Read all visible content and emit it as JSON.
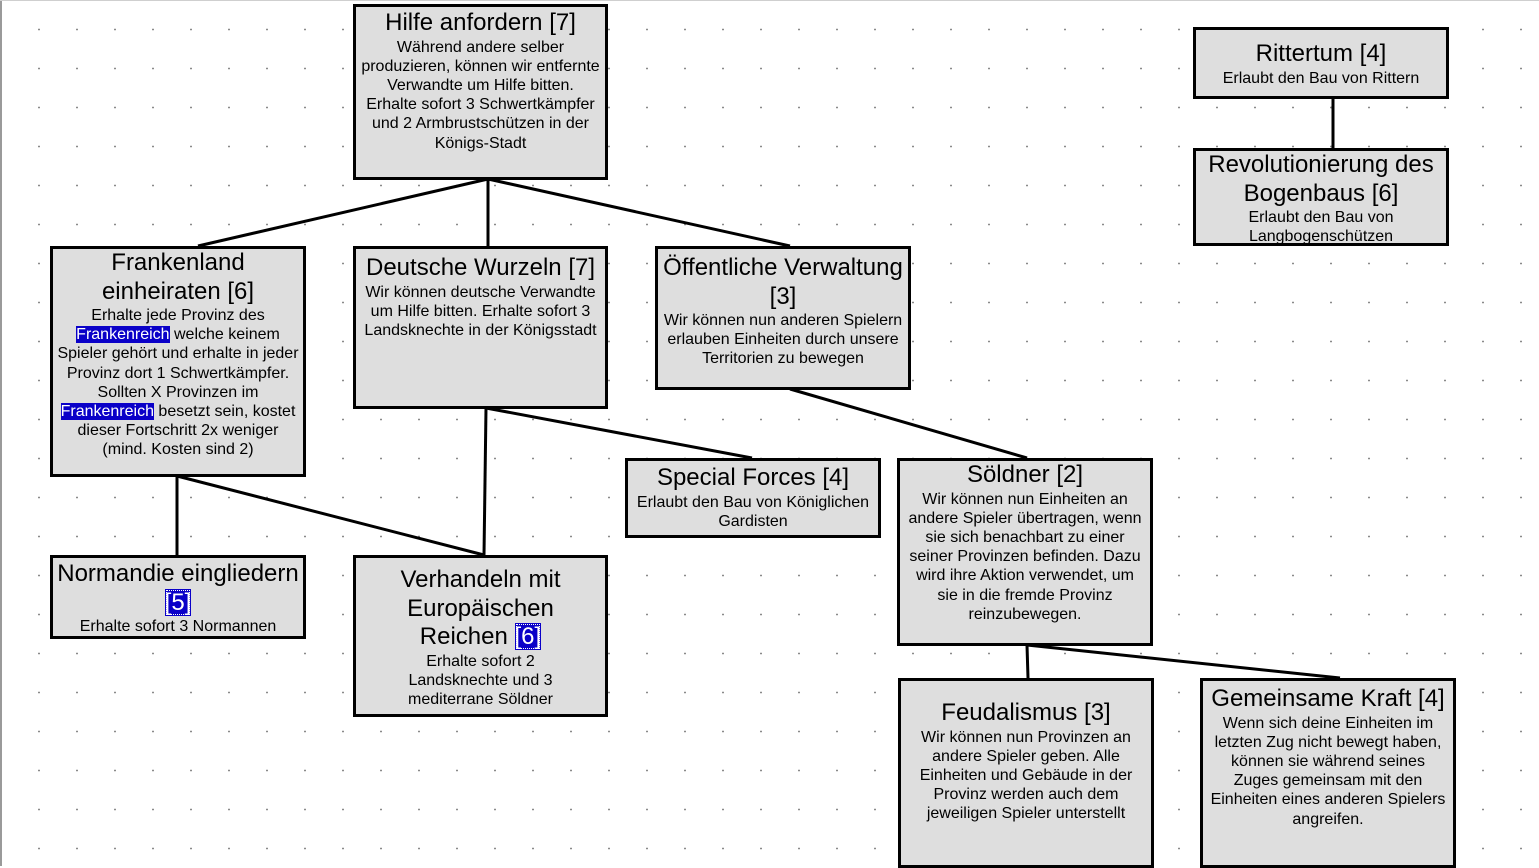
{
  "nodes": {
    "hilfe": {
      "title": "Hilfe anfordern [7]",
      "desc": "Während andere selber produzieren, können wir entfernte Verwandte um Hilfe bitten. Erhalte sofort 3 Schwertkämpfer und 2 Armbrustschützen in der Königs-Stadt"
    },
    "rittertum": {
      "title": "Rittertum [4]",
      "desc": "Erlaubt den Bau von Rittern"
    },
    "bogenbau": {
      "title": "Revolutionierung des Bogenbaus [6]",
      "desc": "Erlaubt den Bau von Langbogenschützen"
    },
    "frankenland": {
      "title": "Frankenland einheiraten [6]",
      "desc_1": "Erhalte jede Provinz des ",
      "desc_hl_1": "Frankenreich",
      "desc_2": " welche keinem Spieler gehört und erhalte in jeder Provinz dort 1 Schwertkämpfer. Sollten X Provinzen im ",
      "desc_hl_2": "Frankenreich",
      "desc_3": " besetzt sein, kostet dieser Fortschritt 2x weniger (mind. Kosten sind 2)"
    },
    "deutsche": {
      "title": "Deutsche Wurzeln [7]",
      "desc": "Wir können deutsche Verwandte um Hilfe bitten. Erhalte sofort 3 Landsknechte in der Königsstadt"
    },
    "oeffentliche": {
      "title": "Öffentliche Verwaltung [3]",
      "desc": "Wir können nun anderen Spielern erlauben Einheiten durch unsere Territorien zu bewegen"
    },
    "special": {
      "title": "Special Forces [4]",
      "desc": "Erlaubt den Bau von Königlichen Gardisten"
    },
    "soeldner": {
      "title": "Söldner [2]",
      "desc": "Wir können nun Einheiten an andere Spieler übertragen, wenn sie sich benachbart zu einer seiner Provinzen befinden. Dazu wird ihre Aktion verwendet, um sie in die fremde Provinz reinzubewegen."
    },
    "normandie": {
      "title_text": "Normandie eingliedern ",
      "title_cost": "[5]",
      "desc": "Erhalte sofort 3 Normannen"
    },
    "verhandeln": {
      "title_text": "Verhandeln mit Europäischen Reichen ",
      "title_cost": "[6]",
      "desc": "Erhalte sofort 2 Landsknechte und 3 mediterrane Söldner"
    },
    "feudalismus": {
      "title": "Feudalismus [3]",
      "desc": "Wir können nun Provinzen an andere Spieler geben. Alle Einheiten und Gebäude in der Provinz werden auch dem jeweiligen Spieler unterstellt"
    },
    "gemeinsam": {
      "title": "Gemeinsame Kraft [4]",
      "desc": "Wenn sich deine Einheiten im letzten Zug nicht bewegt haben, können sie während seines Zuges gemeinsam mit den Einheiten eines anderen Spielers angreifen."
    }
  },
  "colors": {
    "node_fill": "#dedede",
    "node_border": "#000000",
    "highlight": "#0a00c8"
  }
}
